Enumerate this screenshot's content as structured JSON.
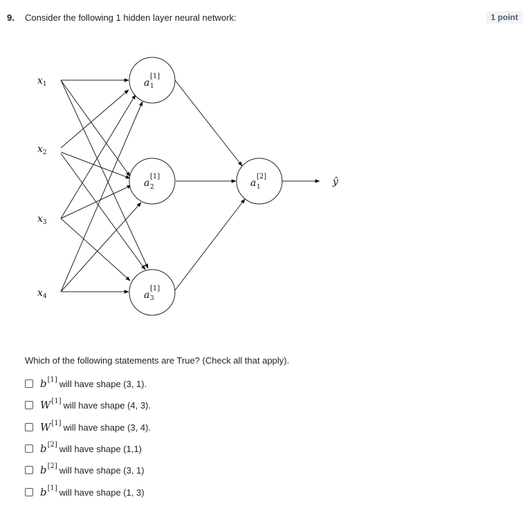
{
  "question": {
    "number": "9.",
    "text": "Consider the following 1 hidden layer neural network:",
    "points": "1 point"
  },
  "diagram": {
    "inputs": [
      {
        "base": "x",
        "sub": "1"
      },
      {
        "base": "x",
        "sub": "2"
      },
      {
        "base": "x",
        "sub": "3"
      },
      {
        "base": "x",
        "sub": "4"
      }
    ],
    "hidden": [
      {
        "base": "a",
        "sup": "[1]",
        "sub": "1"
      },
      {
        "base": "a",
        "sup": "[1]",
        "sub": "2"
      },
      {
        "base": "a",
        "sup": "[1]",
        "sub": "3"
      }
    ],
    "output": {
      "base": "a",
      "sup": "[2]",
      "sub": "1"
    },
    "prediction": "ŷ"
  },
  "prompt": "Which of the following statements are True? (Check all that apply).",
  "options": [
    {
      "symbol": "b",
      "sup": "[1]",
      "rest": "will have shape (3, 1).",
      "checked": false
    },
    {
      "symbol": "W",
      "sup": "[1]",
      "rest": "will have shape (4, 3).",
      "checked": false
    },
    {
      "symbol": "W",
      "sup": "[1]",
      "rest": "will have shape (3, 4).",
      "checked": false
    },
    {
      "symbol": "b",
      "sup": "[2]",
      "rest": "will have shape (1,1)",
      "checked": false
    },
    {
      "symbol": "b",
      "sup": "[2]",
      "rest": "will have shape (3, 1)",
      "checked": false
    },
    {
      "symbol": "b",
      "sup": "[1]",
      "rest": "will have shape (1, 3)",
      "checked": false
    }
  ]
}
